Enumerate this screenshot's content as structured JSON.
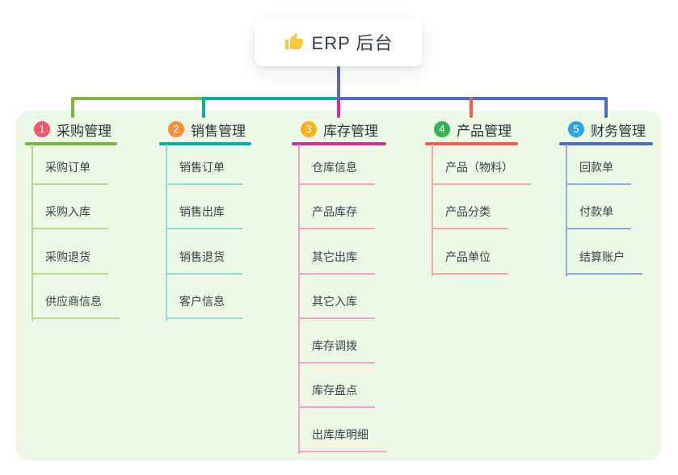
{
  "root": {
    "icon": "thumbs-up-icon",
    "title": "ERP 后台"
  },
  "colors": {
    "canvas_background": "#ffffff",
    "panel_background": "#ecf7e5",
    "root_connector": "#5c68c5",
    "branch_1": "#7cb342",
    "branch_1_light": "#b6db92",
    "badge_1": "#f5566b",
    "branch_2": "#00b0a8",
    "branch_2_light": "#92dbd3",
    "badge_2": "#fa8f3c",
    "branch_3": "#d12d9a",
    "branch_3_light": "#f7a0cb",
    "badge_3": "#ffb020",
    "branch_4": "#f25a52",
    "branch_4_light": "#f8a8a2",
    "badge_4": "#33b457",
    "branch_5": "#4a6ac8",
    "branch_5_light": "#93a8dd",
    "badge_5": "#2aa5e6",
    "thumb_icon": "#fdc835",
    "text": "#2b323b"
  },
  "branches": [
    {
      "num": "1",
      "label": "采购管理",
      "children": [
        "采购订单",
        "采购入库",
        "采购退货",
        "供应商信息"
      ]
    },
    {
      "num": "2",
      "label": "销售管理",
      "children": [
        "销售订单",
        "销售出库",
        "销售退货",
        "客户信息"
      ]
    },
    {
      "num": "3",
      "label": "库存管理",
      "children": [
        "仓库信息",
        "产品库存",
        "其它出库",
        "其它入库",
        "库存调拨",
        "库存盘点",
        "出库库明细"
      ]
    },
    {
      "num": "4",
      "label": "产品管理",
      "children": [
        "产品（物料）",
        "产品分类",
        "产品单位"
      ]
    },
    {
      "num": "5",
      "label": "财务管理",
      "children": [
        "回款单",
        "付款单",
        "结算账户"
      ]
    }
  ]
}
